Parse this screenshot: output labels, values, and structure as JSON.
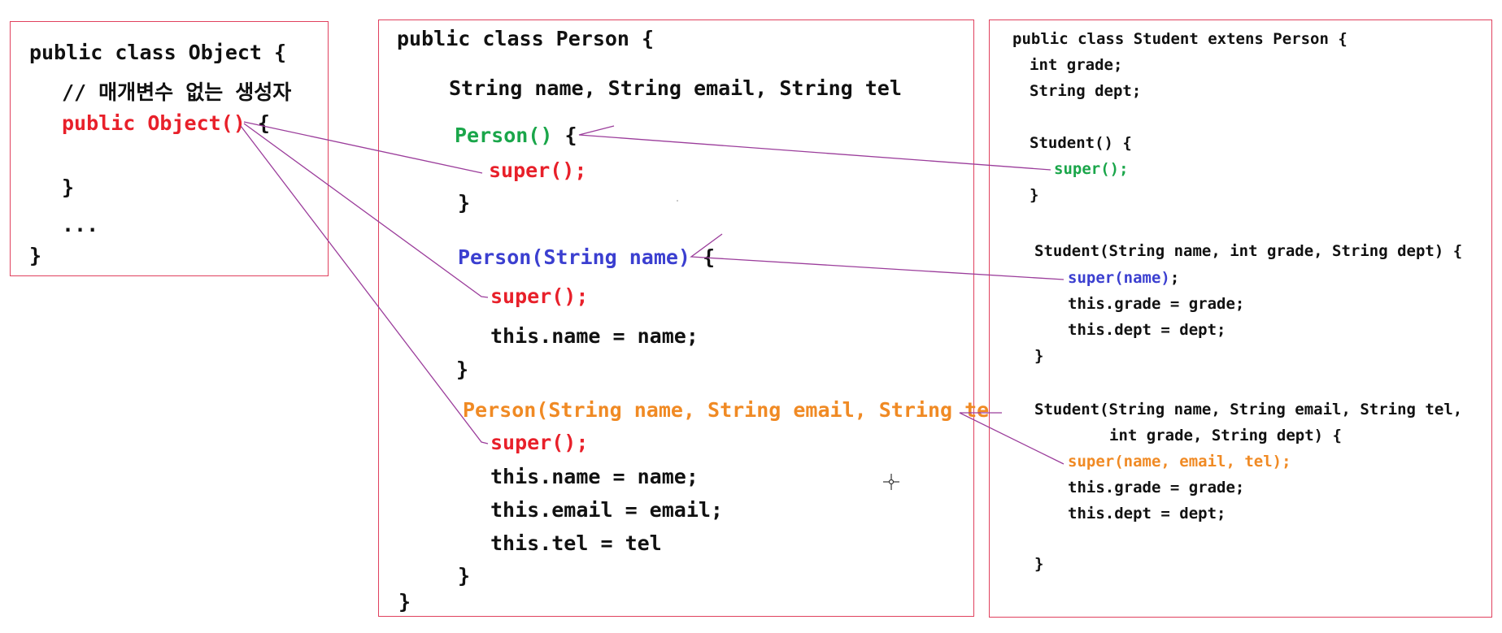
{
  "object_class": {
    "header": "public class Object {",
    "comment": "// 매개변수 없는 생성자",
    "ctor": "public Object()",
    "ctor_brace": " {",
    "close_inner": "}",
    "ellipsis": "...",
    "close": "}"
  },
  "person_class": {
    "header": "public class Person {",
    "fields": "String name, String email, String tel",
    "ctor1": "Person()",
    "ctor1_brace": " {",
    "ctor1_super": "super();",
    "ctor1_close": "}",
    "ctor2": "Person(String name)",
    "ctor2_brace": " {",
    "ctor2_super": "super();",
    "ctor2_assign": "this.name = name;",
    "ctor2_close": "}",
    "ctor3": "Person(String name, String email, String tel)",
    "ctor3_brace": " {",
    "ctor3_super": "super();",
    "ctor3_assign1": "this.name = name;",
    "ctor3_assign2": "this.email = email;",
    "ctor3_assign3": "this.tel = tel",
    "ctor3_close": "}",
    "close": "}"
  },
  "student_class": {
    "header": "public class Student extens Person {",
    "field1": "int grade;",
    "field2": "String dept;",
    "ctor1": "Student() {",
    "ctor1_super": "super();",
    "ctor1_close": "}",
    "ctor2": "Student(String name, int grade, String dept) {",
    "ctor2_super": "super(name)",
    "ctor2_super_semicolon": ";",
    "ctor2_assign1": "this.grade = grade;",
    "ctor2_assign2": "this.dept = dept;",
    "ctor2_close": "}",
    "ctor3_line1": "Student(String name, String email, String tel,",
    "ctor3_line2": "int grade, String dept) {",
    "ctor3_super": "super(name, email, tel);",
    "ctor3_assign1": "this.grade = grade;",
    "ctor3_assign2": "this.dept = dept;",
    "ctor3_close": "}"
  },
  "colors": {
    "box_border": "#e0415e",
    "connector": "#9b3d9b",
    "red": "#e8202a",
    "green": "#1aa64a",
    "blue": "#3b3fd0",
    "orange": "#f08a24"
  },
  "icons": {
    "cursor": "crosshair-cursor-icon"
  }
}
